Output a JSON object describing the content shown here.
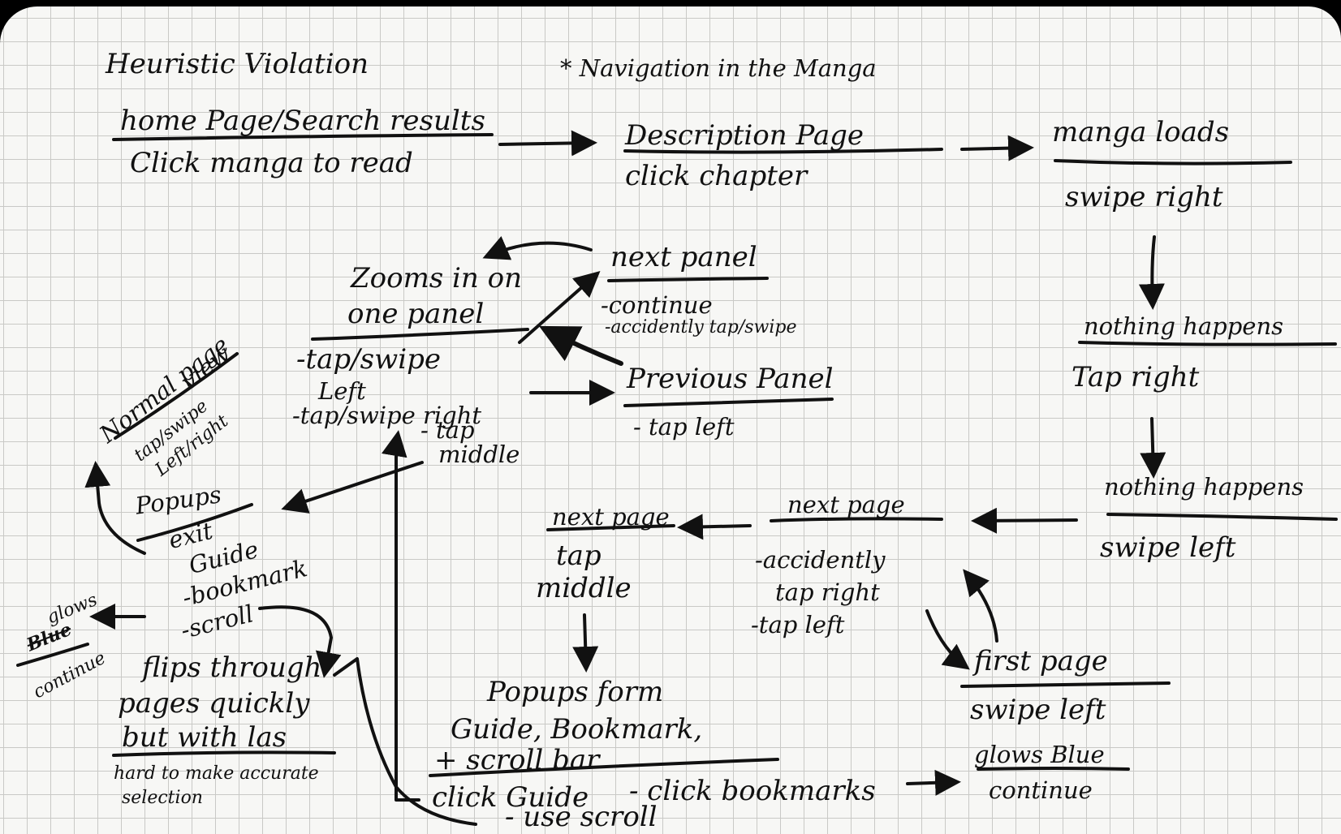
{
  "title": "Heuristic Violation",
  "subtitle": "* Navigation in the Manga",
  "nodes": {
    "home": {
      "title": "home Page/Search results",
      "detail": "Click manga to read"
    },
    "description": {
      "title": "Description Page",
      "detail": "click chapter"
    },
    "manga_loads": {
      "title": "manga loads",
      "detail": "swipe right"
    },
    "nothing1": {
      "title": "nothing happens",
      "detail": "Tap right"
    },
    "nothing2": {
      "title": "nothing happens",
      "detail": "swipe left"
    },
    "next_page_right": {
      "title": "next page",
      "items": [
        "-accidently",
        "tap right",
        "-tap left"
      ]
    },
    "first_page": {
      "title": "first page",
      "detail": "swipe left"
    },
    "next_page_left": {
      "title": "next page",
      "detail_lines": [
        "tap",
        "middle"
      ]
    },
    "popups_bottom": {
      "lines": [
        "Popups form",
        "Guide, Bookmark,",
        "+ scroll bar"
      ]
    },
    "actions": {
      "guide": "click Guide",
      "bookmarks": "- click bookmarks",
      "scroll": "- use scroll"
    },
    "glows_right": {
      "title": "glows Blue",
      "detail": "continue"
    },
    "zooms": {
      "lines": [
        "Zooms in on",
        "one panel"
      ],
      "items": [
        "-tap/swipe",
        "Left",
        "-tap/swipe right",
        "- tap",
        "middle"
      ]
    },
    "next_panel": {
      "title": "next panel",
      "items": [
        "-continue",
        "-accidently tap/swipe"
      ]
    },
    "previous_panel": {
      "title": "Previous Panel",
      "detail": "- tap left"
    },
    "normal_page": {
      "title_lines": [
        "Normal page",
        "view"
      ],
      "detail_lines": [
        "tap/swipe",
        "Left/right"
      ]
    },
    "popups_left": {
      "title": "Popups",
      "items": [
        "exit",
        "Guide",
        "-bookmark",
        "-scroll"
      ]
    },
    "glows_left": {
      "title": "glows",
      "strike": "Blue",
      "detail": "continue"
    },
    "flips": {
      "lines": [
        "flips through",
        "pages quickly",
        "but with las"
      ],
      "detail_lines": [
        "hard to make accurate",
        "selection"
      ]
    }
  }
}
